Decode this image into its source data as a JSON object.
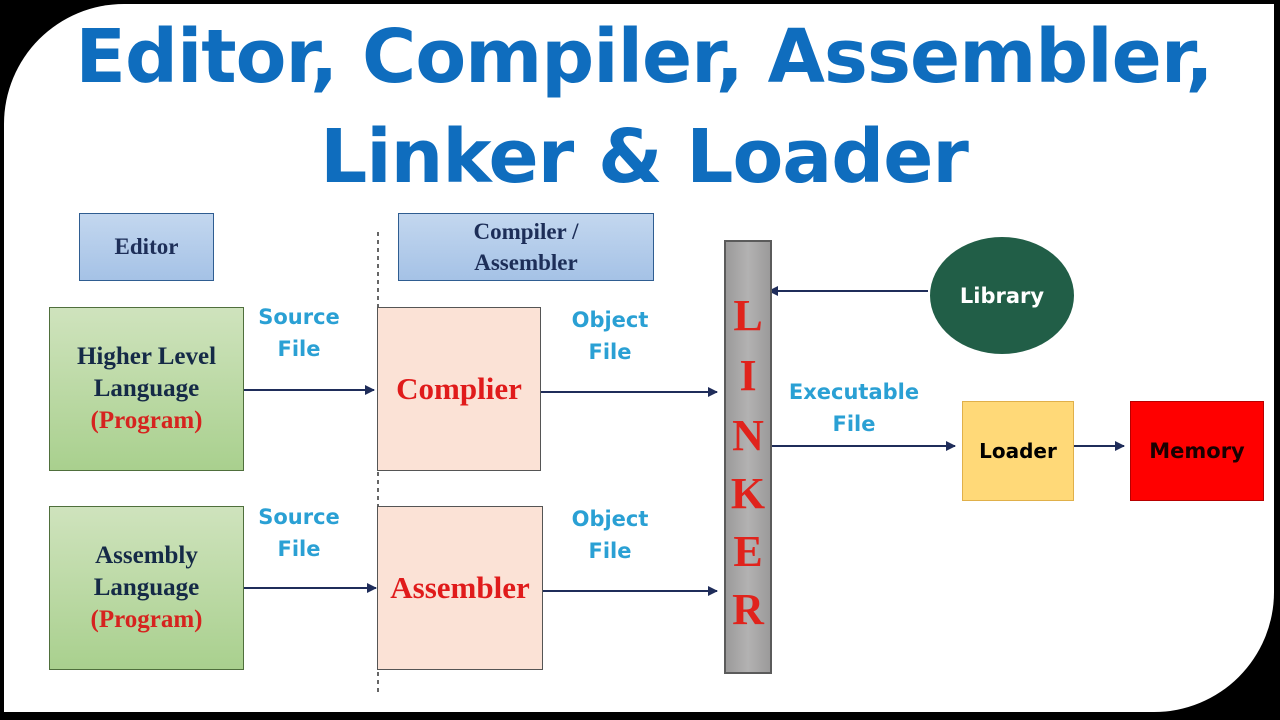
{
  "title": {
    "line1": "Editor, Compiler, Assembler,",
    "line2": "Linker & Loader"
  },
  "headers": {
    "editor": "Editor",
    "compiler_line1": "Compiler /",
    "compiler_line2": "Assembler"
  },
  "high_level": {
    "line1": "Higher Level",
    "line2": "Language",
    "line3": "(Program)"
  },
  "assembly": {
    "line1": "Assembly",
    "line2": "Language",
    "line3": "(Program)"
  },
  "processors": {
    "compiler": "Complier",
    "assembler": "Assembler"
  },
  "flow_labels": {
    "source_top_1": "Source",
    "source_top_2": "File",
    "source_bottom_1": "Source",
    "source_bottom_2": "File",
    "object_top_1": "Object",
    "object_top_2": "File",
    "object_bottom_1": "Object",
    "object_bottom_2": "File",
    "executable_1": "Executable",
    "executable_2": "File"
  },
  "linker_letters": [
    "L",
    "I",
    "N",
    "K",
    "E",
    "R"
  ],
  "library": "Library",
  "loader": "Loader",
  "memory": "Memory",
  "colors": {
    "title": "#0f6dbe",
    "flow_label": "#2aa0d4",
    "accent_red": "#d6231f",
    "library": "#215e47",
    "loader": "#ffd978",
    "memory": "#ff0000",
    "arrow": "#1f2d5a"
  }
}
